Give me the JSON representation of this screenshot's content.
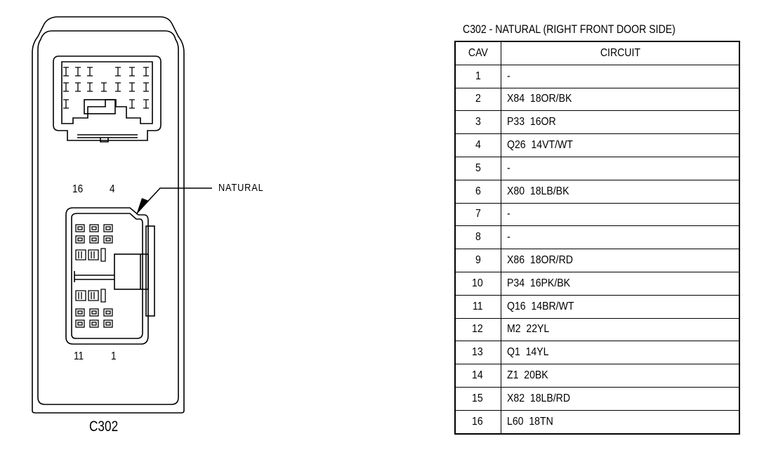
{
  "diagram": {
    "connector_name": "C302",
    "pin_labels": {
      "top_left": "16",
      "top_right": "4",
      "bottom_left": "11",
      "bottom_right": "1"
    },
    "color_callout": "NATURAL"
  },
  "table": {
    "title": "C302 - NATURAL (RIGHT FRONT DOOR SIDE)",
    "headers": {
      "cav": "CAV",
      "circuit": "CIRCUIT"
    },
    "rows": [
      {
        "cav": "1",
        "circuit": "-"
      },
      {
        "cav": "2",
        "circuit": "X84  18OR/BK"
      },
      {
        "cav": "3",
        "circuit": "P33  16OR"
      },
      {
        "cav": "4",
        "circuit": "Q26  14VT/WT"
      },
      {
        "cav": "5",
        "circuit": "-"
      },
      {
        "cav": "6",
        "circuit": "X80  18LB/BK"
      },
      {
        "cav": "7",
        "circuit": "-"
      },
      {
        "cav": "8",
        "circuit": "-"
      },
      {
        "cav": "9",
        "circuit": "X86  18OR/RD"
      },
      {
        "cav": "10",
        "circuit": "P34  16PK/BK"
      },
      {
        "cav": "11",
        "circuit": "Q16  14BR/WT"
      },
      {
        "cav": "12",
        "circuit": "M2  22YL"
      },
      {
        "cav": "13",
        "circuit": "Q1  14YL"
      },
      {
        "cav": "14",
        "circuit": "Z1  20BK"
      },
      {
        "cav": "15",
        "circuit": "X82  18LB/RD"
      },
      {
        "cav": "16",
        "circuit": "L60  18TN"
      }
    ]
  }
}
